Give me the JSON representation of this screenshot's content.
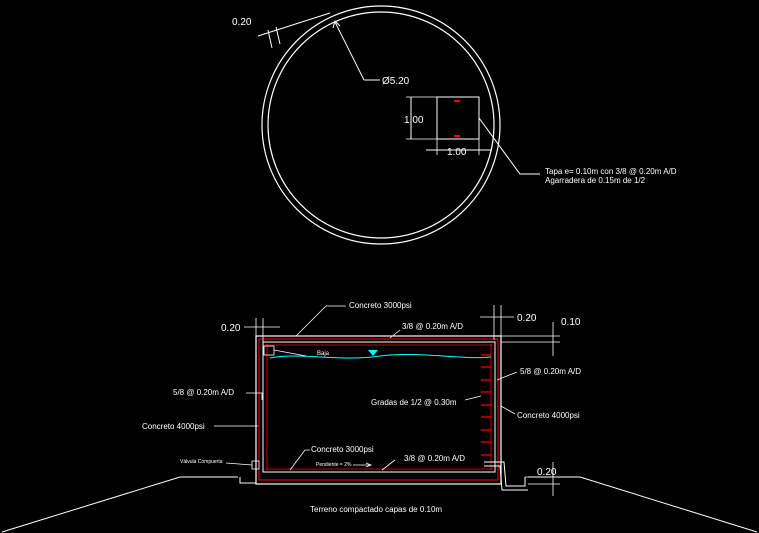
{
  "plan": {
    "wall_thickness": "0.20",
    "diameter": "Ø5.20",
    "hatch_height": "1.00",
    "hatch_width": "1.00",
    "hatch_note_line1": "Tapa e= 0.10m con 3/8 @ 0.20m A/D",
    "hatch_note_line2": "Agarradera de 0.15m de 1/2"
  },
  "section": {
    "left_wall_dim": "0.20",
    "right_wall_dim": "0.20",
    "top_slab_dim": "0.10",
    "bottom_slab_dim": "0.20",
    "top_concrete": "Concreto 3000psi",
    "top_rebar": "3/8 @ 0.20m A/D",
    "water_label": "Baja",
    "left_rebar": "5/8 @ 0.20m A/D",
    "left_concrete": "Concreto 4000psi",
    "valve": "Válvula Compuerta",
    "bottom_concrete": "Concreto 3000psi",
    "slope": "Pendiente = 2%",
    "bottom_rebar": "3/8 @ 0.20m A/D",
    "right_rebar": "5/8 @ 0.20m A/D",
    "ladder": "Gradas de 1/2 @ 0.30m",
    "right_concrete": "Concreto 4000psi",
    "ground": "Terreno compactado capas de 0.10m"
  },
  "colors": {
    "lines": "#ffffff",
    "rebar": "#ff0000",
    "water": "#00ffff"
  }
}
